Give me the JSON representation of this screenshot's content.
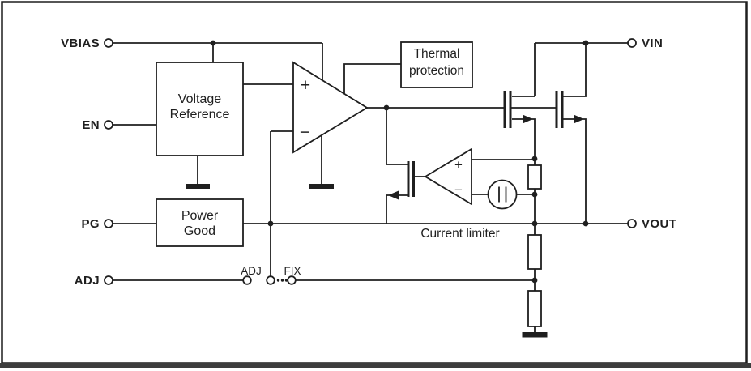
{
  "figure": {
    "kind": "ldo-regulator-functional-block-diagram"
  },
  "pins": {
    "vbias": "VBIAS",
    "en": "EN",
    "pg": "PG",
    "adj": "ADJ",
    "vin": "VIN",
    "vout": "VOUT"
  },
  "blocks": {
    "voltage_reference": {
      "line1": "Voltage",
      "line2": "Reference"
    },
    "power_good": {
      "line1": "Power",
      "line2": "Good"
    },
    "thermal_protection": {
      "line1": "Thermal",
      "line2": "protection"
    }
  },
  "amplifiers": {
    "error_amp": {
      "plus": "+",
      "minus": "−"
    },
    "current_limit_amp": {
      "plus": "+",
      "minus": "−"
    }
  },
  "annotations": {
    "current_limiter": "Current limiter",
    "adj_option": "ADJ",
    "fix_option": "FIX"
  },
  "colors": {
    "line": "#1f1f1f",
    "background": "#ffffff",
    "frame_bottom": "#3d3d3d"
  }
}
